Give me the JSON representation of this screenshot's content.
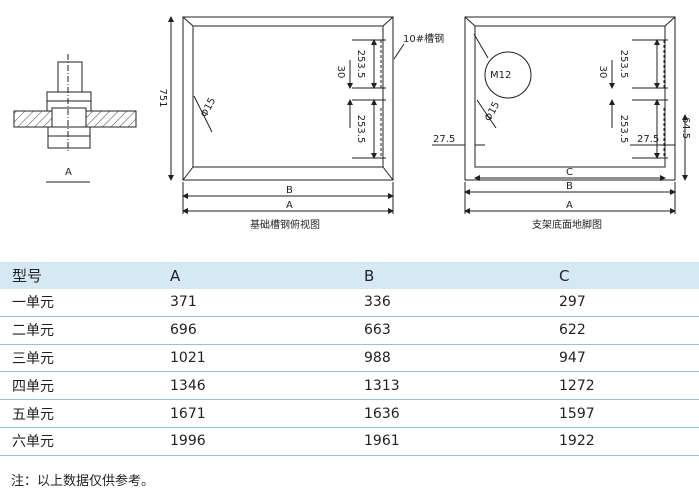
{
  "drawings": {
    "bolt_detail": {
      "label_a": "A"
    },
    "top_view": {
      "caption": "基础槽钢俯视图",
      "channel_label": "10#槽钢",
      "dim_751": "751",
      "dim_30": "30",
      "dim_253_top": "253.5",
      "dim_253_bottom": "253.5",
      "hole": "Φ15",
      "label_b": "B",
      "label_a": "A"
    },
    "bottom_view": {
      "caption": "支架底面地脚图",
      "bolt": "M12",
      "dim_30": "30",
      "dim_253_top": "253.5",
      "dim_253_bottom": "253.5",
      "dim_27_left": "27.5",
      "dim_27_right": "27.5",
      "dim_64": "64.5",
      "hole": "Φ15",
      "label_c": "C",
      "label_b": "B",
      "label_a": "A"
    }
  },
  "table": {
    "headers": [
      "型号",
      "A",
      "B",
      "C"
    ],
    "rows": [
      [
        "一单元",
        "371",
        "336",
        "297"
      ],
      [
        "二单元",
        "696",
        "663",
        "622"
      ],
      [
        "三单元",
        "1021",
        "988",
        "947"
      ],
      [
        "四单元",
        "1346",
        "1313",
        "1272"
      ],
      [
        "五单元",
        "1671",
        "1636",
        "1597"
      ],
      [
        "六单元",
        "1996",
        "1961",
        "1922"
      ]
    ]
  },
  "note": "注：以上数据仅供参考。",
  "colors": {
    "header_bg": "#d5e9f4",
    "row_rule": "#8ec3e2",
    "line": "#231f20"
  }
}
